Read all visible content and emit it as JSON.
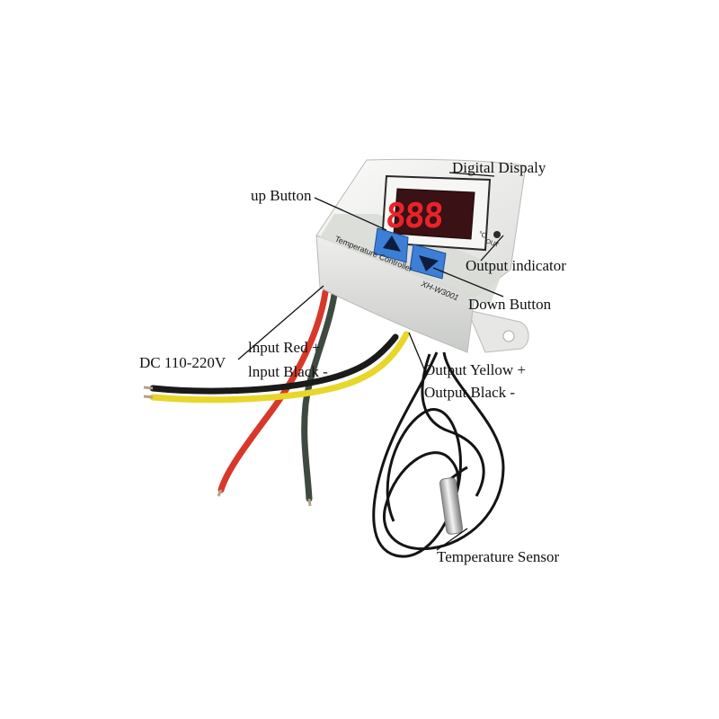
{
  "labels": {
    "digital_display": "Digital Dispaly",
    "up_button": "up Button",
    "output_indicator": "Output indicator",
    "down_button": "Down Button",
    "dc_voltage": "DC 110-220V",
    "input_red": "lnput Red +",
    "input_black": "lnput Black -",
    "output_yellow": "Output Yellow +",
    "output_black": "Output Black -",
    "temperature_sensor": "Temperature Sensor"
  },
  "device": {
    "display_digits": "888",
    "unit_mark": "°C",
    "out_mark": "OUT",
    "face_text": "Temperature Controller",
    "model_text": "XH-W3001"
  },
  "colors": {
    "display_red": "#e8232a",
    "display_bg": "#3a1114",
    "button_blue": "#3d7fd6",
    "body_white": "#f2f3f1",
    "panel_gray": "#d9dcd6",
    "wire_red": "#d8382a",
    "wire_black": "#1a1a1a",
    "wire_yellow": "#e8d629"
  }
}
